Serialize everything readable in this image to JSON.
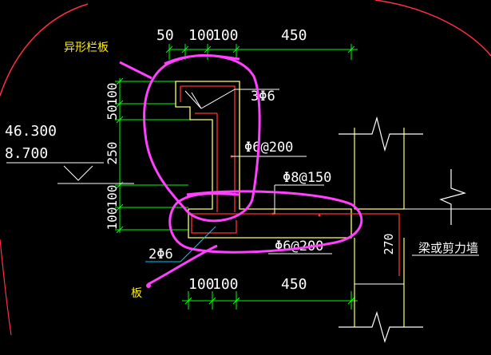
{
  "colors": {
    "background": "#000000",
    "dimension": "#00ff00",
    "concrete_outline": "#ffff66",
    "rebar": "#ff3030",
    "leader": "#ffffff",
    "annotation": "#ff40ff",
    "callout_text": "#ffee00",
    "cyan_leader": "#00c8ff"
  },
  "labels": {
    "special_parapet": "异形栏板",
    "slab": "板",
    "beam_or_wall": "梁或剪力墙"
  },
  "rebar_notes": {
    "top_corner_bars": "3Φ6",
    "parapet_stirrup": "Φ6@200",
    "slab_top_bar": "Φ8@150",
    "slab_bottom_bar": "Φ6@200",
    "slab_corner_bars": "2Φ6"
  },
  "elevations": {
    "upper": "46.300",
    "lower": "8.700"
  },
  "dimensions": {
    "top": [
      "50",
      "100",
      "100",
      "450"
    ],
    "bottom": [
      "100",
      "100",
      "450"
    ],
    "left": [
      "100",
      "50",
      "250",
      "100",
      "100"
    ],
    "embed": "270"
  }
}
